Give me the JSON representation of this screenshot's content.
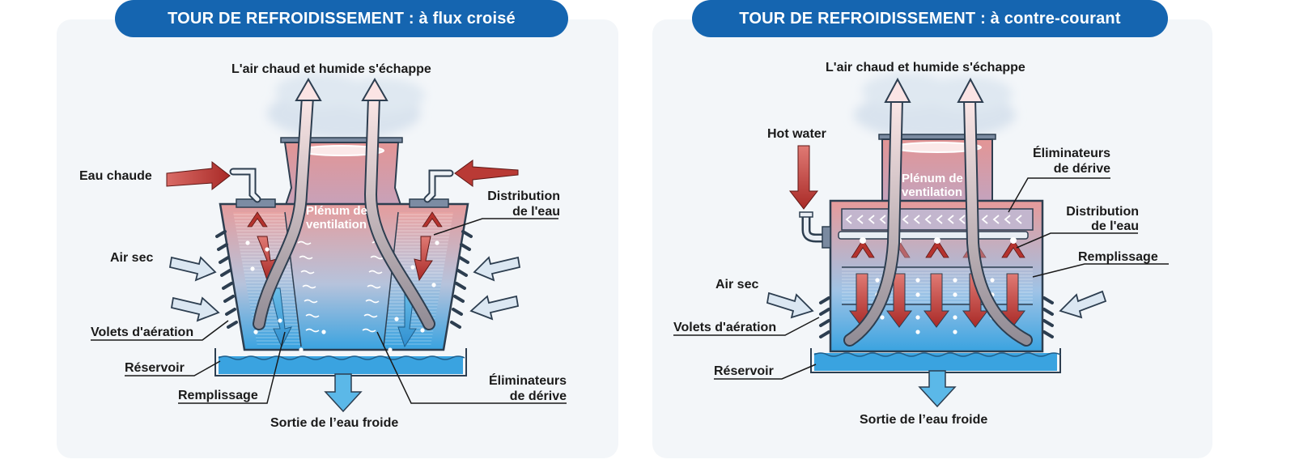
{
  "left": {
    "title": "TOUR DE REFROIDISSEMENT : à flux croisé",
    "top_label": "L'air chaud et humide s'échappe",
    "hot_water": "Eau chaude",
    "dry_air": "Air sec",
    "louvers": "Volets d'aération",
    "basin": "Réservoir",
    "fill": "Remplissage",
    "cold_water_out": "Sortie de l’eau froide",
    "distribution_1": "Distribution",
    "distribution_2": "de l'eau",
    "drift_1": "Éliminateurs",
    "drift_2": "de dérive",
    "plenum_1": "Plénum de",
    "plenum_2": "ventilation"
  },
  "right": {
    "title": "TOUR DE REFROIDISSEMENT : à contre-courant",
    "top_label": "L'air chaud et humide s'échappe",
    "hot_water": "Hot water",
    "drift_1": "Éliminateurs",
    "drift_2": "de dérive",
    "distribution_1": "Distribution",
    "distribution_2": "de l'eau",
    "fill": "Remplissage",
    "dry_air": "Air sec",
    "louvers": "Volets d'aération",
    "basin": "Réservoir",
    "cold_water_out": "Sortie de l’eau froide",
    "plenum_1": "Plénum de",
    "plenum_2": "ventilation"
  },
  "colors": {
    "title_bg": "#1565b0",
    "hot_arrow": "#b5332e",
    "cold_water": "#3aa3e0",
    "hot_water_zone": "#e8a7a6",
    "outline": "#2d3e50"
  }
}
